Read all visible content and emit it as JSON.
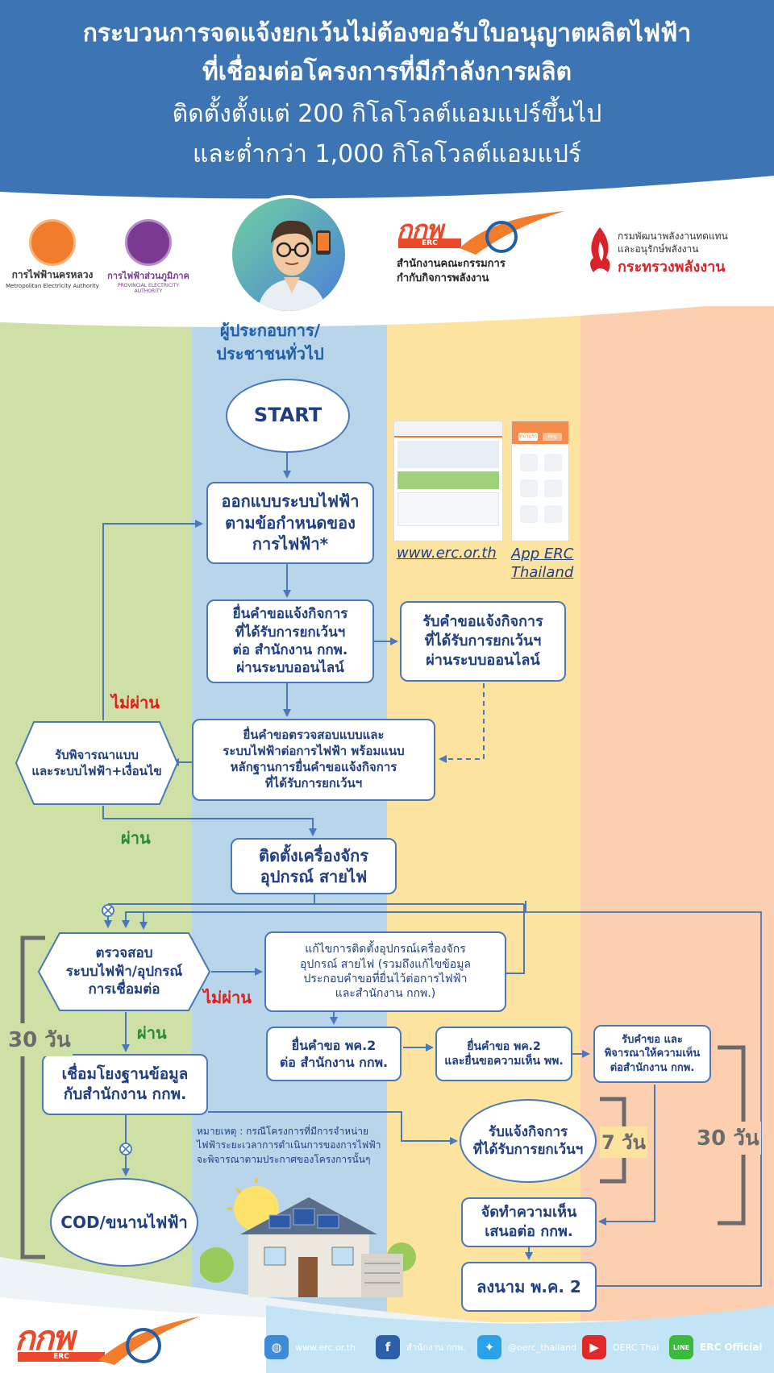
{
  "title": {
    "line1": "กระบวนการจดแจ้งยกเว้นไม่ต้องขอรับใบอนุญาตผลิตไฟฟ้า",
    "line2": "ที่เชื่อมต่อโครงการที่มีกำลังการผลิต",
    "line3": "ติดตั้งตั้งแต่ 200 กิโลโวลต์แอมแปร์ขึ้นไป",
    "line4": "และต่ำกว่า 1,000 กิโลโวลต์แอมแปร์"
  },
  "logos": {
    "mea_th": "การไฟฟ้านครหลวง",
    "mea_en": "Metropolitan Electricity Authority",
    "pea_th": "การไฟฟ้าส่วนภูมิภาค",
    "pea_en": "PROVINCIAL ELECTRICITY AUTHORITY",
    "erc_mark": "กกพ",
    "erc_sub": "ERC",
    "erc_line1": "สำนักงานคณะกรรมการ",
    "erc_line2": "กำกับกิจการพลังงาน",
    "moe_line1": "กรมพัฒนาพลังงานทดแทน",
    "moe_line2": "และอนุรักษ์พลังงาน",
    "moe_line3": "กระทรวงพลังงาน"
  },
  "actor": {
    "line1": "ผู้ประกอบการ/",
    "line2": "ประชาชนทั่วไป"
  },
  "flow": {
    "start": "START",
    "design": [
      "ออกแบบระบบไฟฟ้า",
      "ตามข้อกำหนดของ",
      "การไฟฟ้า*"
    ],
    "submit_notice": [
      "ยื่นคำขอแจ้งกิจการ",
      "ที่ได้รับการยกเว้นฯ",
      "ต่อ สำนักงาน กกพ.",
      "ผ่านระบบออนไลน์"
    ],
    "receive_notice": [
      "รับคำขอแจ้งกิจการ",
      "ที่ได้รับการยกเว้นฯ",
      "ผ่านระบบออนไลน์"
    ],
    "submit_check": [
      "ยื่นคำขอตรวจสอบแบบและ",
      "ระบบไฟฟ้าต่อการไฟฟ้า พร้อมแนบ",
      "หลักฐานการยื่นคำขอแจ้งกิจการ",
      "ที่ได้รับการยกเว้นฯ"
    ],
    "consider": [
      "รับพิจารณาแบบ",
      "และระบบไฟฟ้า+เงื่อนไข"
    ],
    "install": [
      "ติดตั้งเครื่องจักร",
      "อุปกรณ์ สายไฟ"
    ],
    "inspect": [
      "ตรวจสอบ",
      "ระบบไฟฟ้า/อุปกรณ์",
      "การเชื่อมต่อ"
    ],
    "fix": [
      "แก้ไขการติดตั้งอุปกรณ์เครื่องจักร",
      "อุปกรณ์ สายไฟ (รวมถึงแก้ไขข้อมูล",
      "ประกอบคำขอที่ยื่นไว้ต่อการไฟฟ้า",
      "และสำนักงาน กกพ.)"
    ],
    "submit_pk2": [
      "ยื่นคำขอ พค.2",
      "ต่อ สำนักงาน กกพ."
    ],
    "submit_pk2_opinion": [
      "ยื่นคำขอ พค.2",
      "และยื่นขอความเห็น พพ."
    ],
    "receive_pk2": [
      "รับคำขอ และ",
      "พิจารณาให้ความเห็น",
      "ต่อสำนักงาน กกพ."
    ],
    "link_db": [
      "เชื่อมโยงฐานข้อมูล",
      "กับสำนักงาน กกพ."
    ],
    "receive_exempt": [
      "รับแจ้งกิจการ",
      "ที่ได้รับการยกเว้นฯ"
    ],
    "cod": "COD/ขนานไฟฟ้า",
    "opinion": [
      "จัดทำความเห็น",
      "เสนอต่อ กกพ."
    ],
    "sign": "ลงนาม พ.ค. 2"
  },
  "labels": {
    "fail": "ไม่ผ่าน",
    "pass": "ผ่าน",
    "d30": "30 วัน",
    "d7": "7 วัน"
  },
  "links": {
    "web": "www.erc.or.th",
    "app_1": "App ERC",
    "app_2": "Thailand",
    "app_tab1": "หน้าแรก",
    "app_tab2": "เมนู"
  },
  "note": [
    "หมายเหตุ : กรณีโครงการที่มีการจำหน่าย",
    "ไฟฟ้าระยะเวลาการดำเนินการของการไฟฟ้า",
    "จะพิจารณาตามประกาศของโครงการนั้นๆ"
  ],
  "footer": {
    "logo_mark": "กกพ",
    "logo_sub": "ERC",
    "web": "www.erc.or.th",
    "facebook": "สำนักงาน กกพ.",
    "twitter": "@oerc_thailand",
    "youtube": "OERC Thai",
    "line": "ERC Official",
    "line_icon": "LINE"
  },
  "colors": {
    "header": "#3c74b4",
    "lane_green": "#cfe0a6",
    "lane_blue": "#b9d5ea",
    "lane_yellow": "#fde3a0",
    "lane_peach": "#fbcfb0",
    "accent": "#1f3f82",
    "line": "#4a78b8",
    "fail": "#e21b1b",
    "pass": "#2a8a34"
  }
}
